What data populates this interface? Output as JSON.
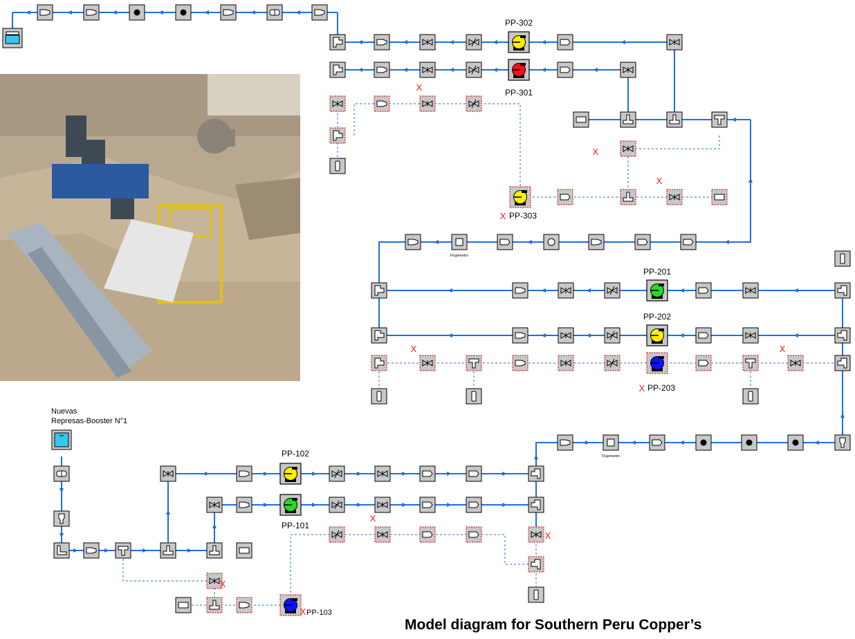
{
  "caption": "Model diagram for Southern Peru Copper’s",
  "site_title_line1": "Nuevas",
  "site_title_line2": "Represas-Booster N°1",
  "pumps": {
    "pp302": "PP-302",
    "pp301": "PP-301",
    "pp303": "PP-303",
    "pp201": "PP-201",
    "pp202": "PP-202",
    "pp203": "PP-203",
    "pp102": "PP-102",
    "pp101": "PP-101",
    "pp103": "PP-103"
  },
  "flowmeter_label": "Flujometro",
  "closed_marker": "X",
  "colors": {
    "pipe": "#1f6fe0",
    "node_fill": "#c8c8c8",
    "closed_border": "#d42020",
    "pump_yellow": "#ffee00",
    "pump_red": "#ff1010",
    "pump_green": "#22dd22",
    "pump_blue": "#1010ff",
    "tank": "#35c8ee"
  },
  "photo": {
    "description_icon": "construction-site-photo"
  }
}
